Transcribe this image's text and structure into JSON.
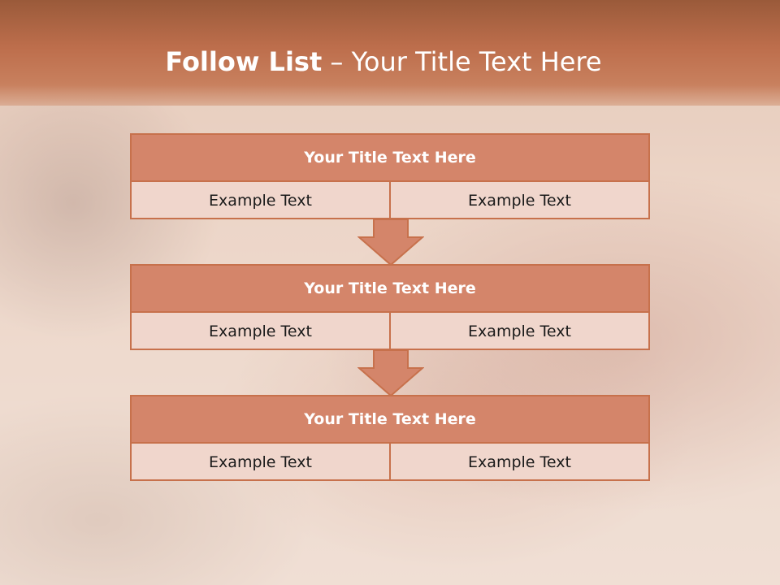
{
  "slide": {
    "title_bold": "Follow List",
    "title_rest": " – Your Title Text Here"
  },
  "steps": [
    {
      "heading": "Your Title Text Here",
      "left": "Example Text",
      "right": "Example Text"
    },
    {
      "heading": "Your Title Text Here",
      "left": "Example Text",
      "right": "Example Text"
    },
    {
      "heading": "Your Title Text Here",
      "left": "Example Text",
      "right": "Example Text"
    }
  ],
  "colors": {
    "header": "#bd6e4c",
    "card_header": "#d4856a",
    "card_body": "#f0d6cc",
    "border": "#c7714c"
  }
}
